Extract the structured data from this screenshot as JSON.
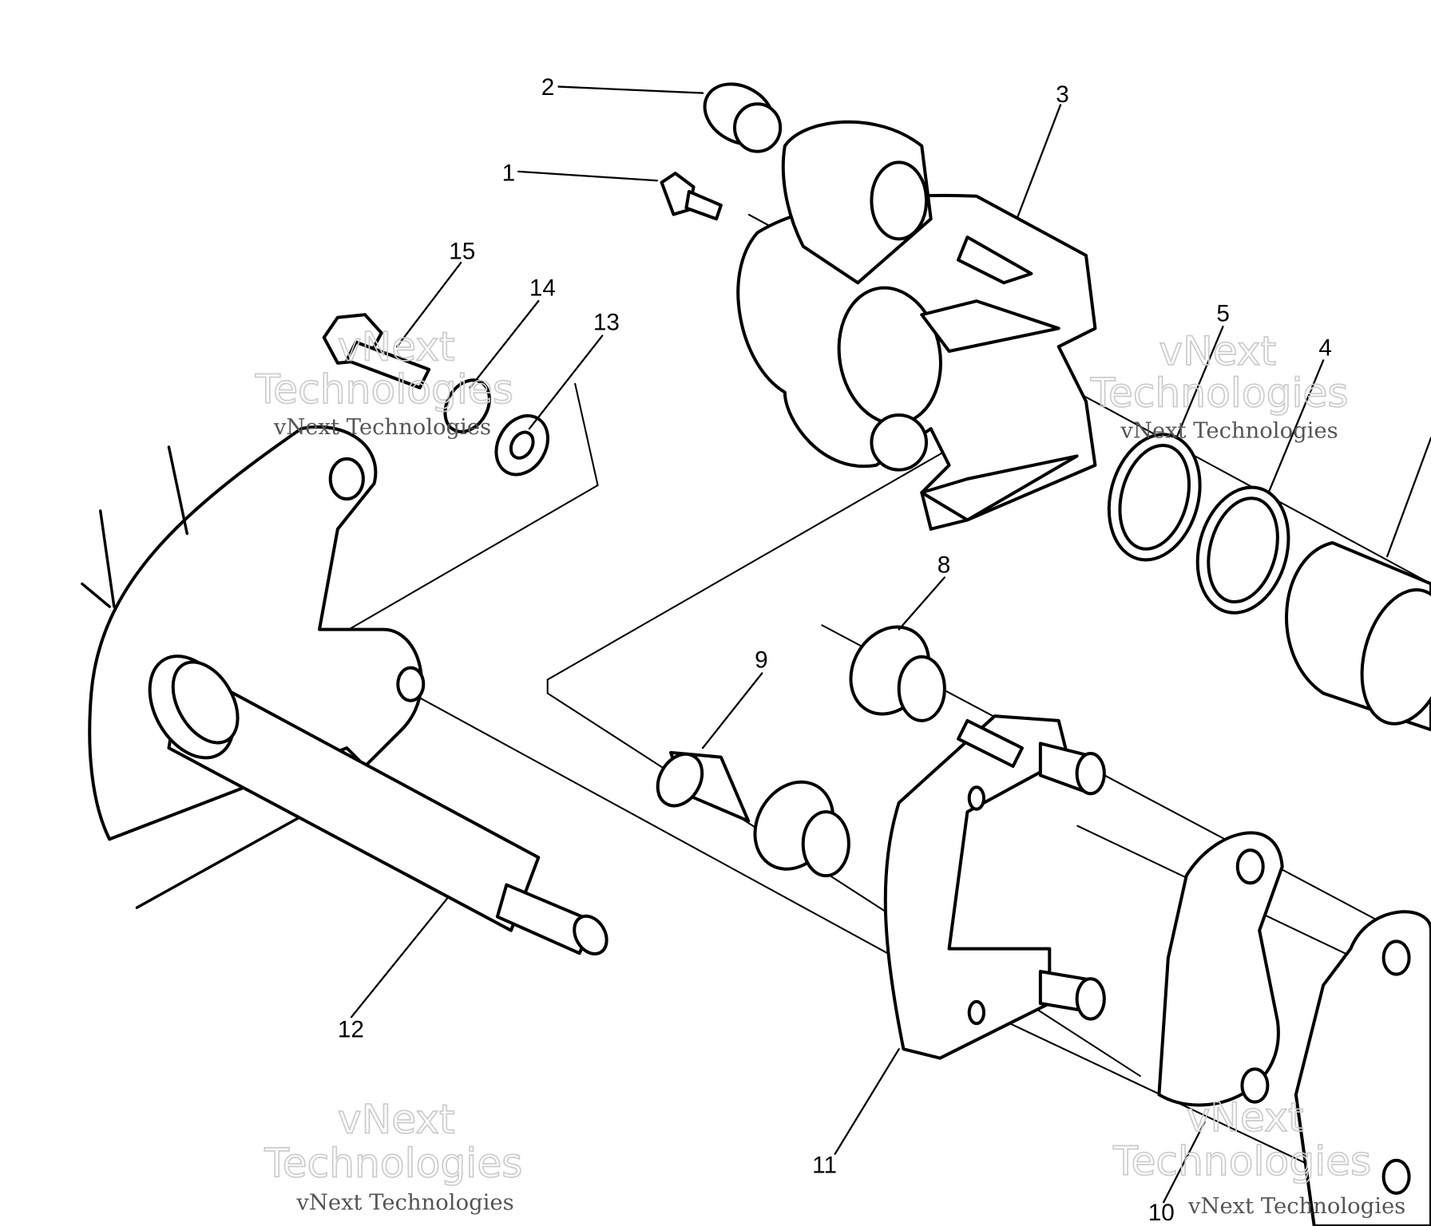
{
  "diagram": {
    "title": "Brake caliper assembly exploded view",
    "callouts": [
      "1",
      "2",
      "3",
      "4",
      "5",
      "8",
      "9",
      "10",
      "11",
      "12",
      "13",
      "14",
      "15"
    ],
    "watermark": {
      "line1": "vNext",
      "line2": "Technologies",
      "caption": "vNext Technologies"
    }
  }
}
